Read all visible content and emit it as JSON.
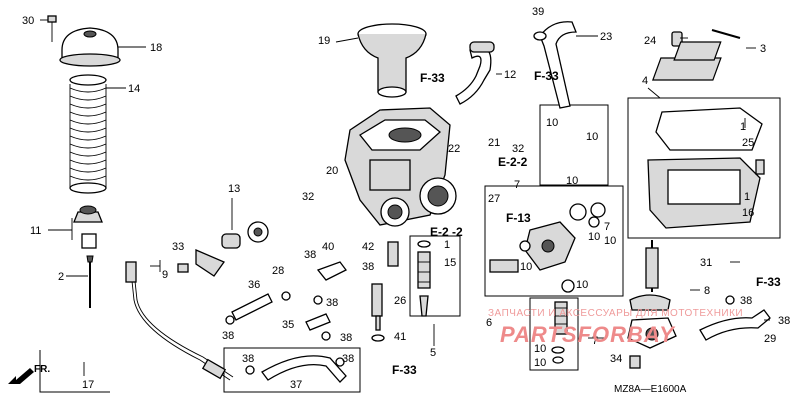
{
  "diagram": {
    "part_numbers": [
      "1",
      "2",
      "3",
      "4",
      "5",
      "6",
      "7",
      "8",
      "9",
      "10",
      "11",
      "12",
      "13",
      "14",
      "15",
      "16",
      "17",
      "18",
      "19",
      "20",
      "21",
      "22",
      "23",
      "24",
      "25",
      "26",
      "27",
      "28",
      "29",
      "30",
      "31",
      "32",
      "33",
      "34",
      "35",
      "36",
      "37",
      "38",
      "39",
      "40",
      "41",
      "42"
    ],
    "reference_labels": {
      "f33": "F-33",
      "f13": "F-13",
      "e22": "E-2 -2",
      "e22b": "E-2-2"
    },
    "direction_label": "FR.",
    "footer_code": "MZ8A—E1600A",
    "watermark": {
      "line1": "ЗАПЧАСТИ И АКСЕССУАРЫ ДЛЯ МОТОТЕХНИКИ",
      "line2": "PARTSFORBAY"
    }
  }
}
